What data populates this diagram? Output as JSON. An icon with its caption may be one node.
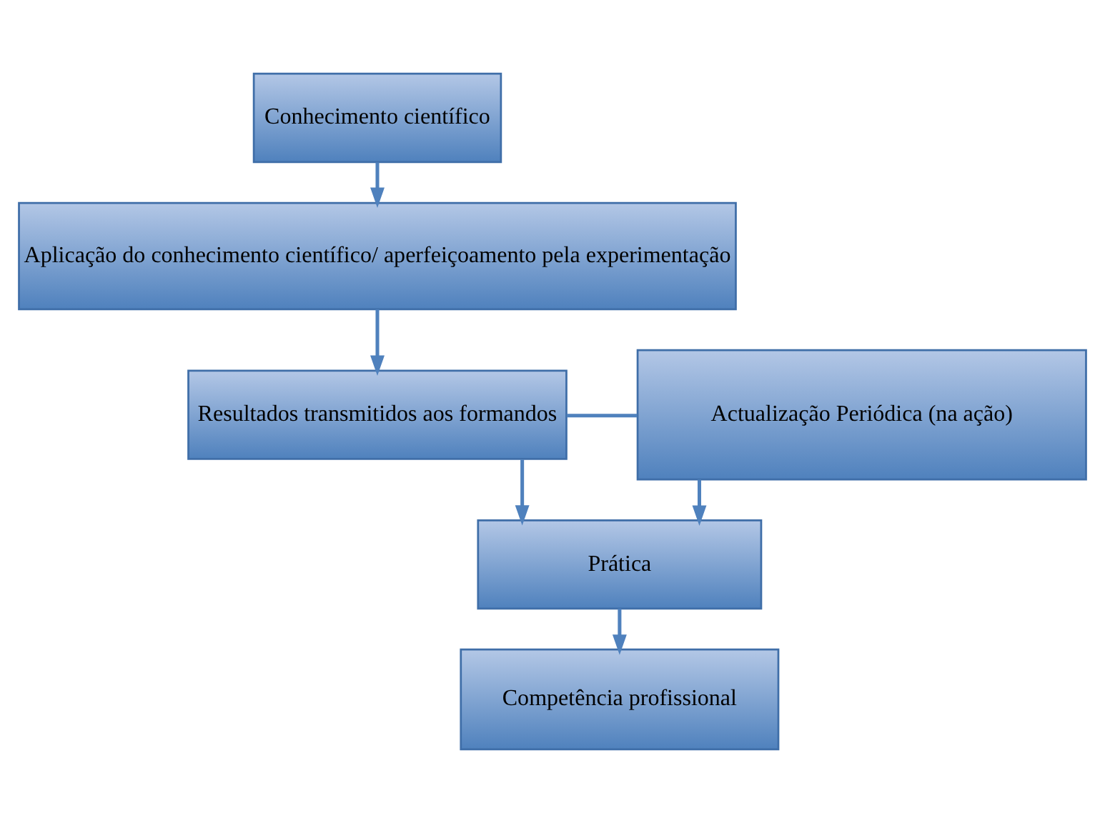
{
  "diagram": {
    "nodes": [
      {
        "text": [
          "Conhecimento científico"
        ]
      },
      {
        "text": [
          "Aplicação do conhecimento científico/ aperfeiçoamento pela experimentação"
        ]
      },
      {
        "text": [
          "Resultados transmitidos aos formandos"
        ]
      },
      {
        "text": [
          "Actualização Periódica (na ação)"
        ]
      },
      {
        "text": [
          "Prática"
        ]
      },
      {
        "text": [
          "Competência profissional"
        ]
      }
    ],
    "edges": [
      {
        "from": 0,
        "to": 1,
        "arrow": "to"
      },
      {
        "from": 1,
        "to": 2,
        "arrow": "to"
      },
      {
        "from": 2,
        "to": 3,
        "arrow": "none"
      },
      {
        "from": 2,
        "to": 4,
        "arrow": "to"
      },
      {
        "from": 3,
        "to": 4,
        "arrow": "to"
      },
      {
        "from": 4,
        "to": 5,
        "arrow": "to"
      }
    ]
  }
}
